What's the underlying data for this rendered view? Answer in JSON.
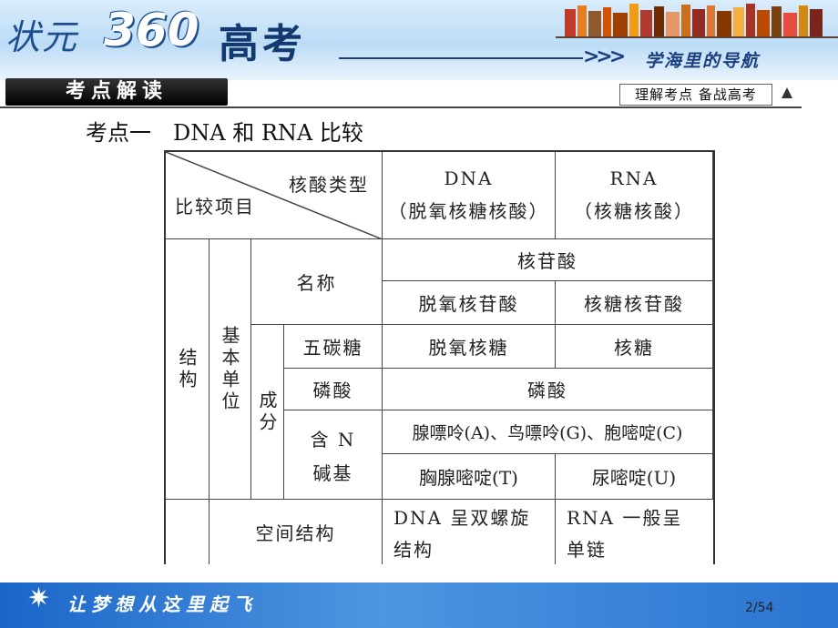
{
  "header": {
    "brand_left": "状元",
    "brand_num": "360",
    "brand_big": "高考",
    "slogan": "学海里的导航",
    "arrows": ">>>"
  },
  "subbar": {
    "section": "考点解读",
    "right_tag": "理解考点 备战高考"
  },
  "point_title": "考点一　DNA 和 RNA 比较",
  "table": {
    "corner_top": "核酸类型",
    "corner_bottom": "比较项目",
    "dna_head": "DNA",
    "dna_sub": "（脱氧核糖核酸）",
    "rna_head": "RNA",
    "rna_sub": "（核糖核酸）",
    "structure": "结构",
    "basic_unit": "基本单位",
    "composition": "成分",
    "name": "名称",
    "name_common": "核苷酸",
    "name_dna": "脱氧核苷酸",
    "name_rna": "核糖核苷酸",
    "pentose": "五碳糖",
    "pentose_dna": "脱氧核糖",
    "pentose_rna": "核糖",
    "phosphate": "磷酸",
    "phosphate_common": "磷酸",
    "base_line1": "含 N",
    "base_line2": "碱基",
    "base_common": "腺嘌呤(A)、鸟嘌呤(G)、胞嘧啶(C)",
    "base_dna": "胸腺嘧啶(T)",
    "base_rna": "尿嘧啶(U)",
    "spatial": "空间结构",
    "spatial_dna_1": "DNA 呈双螺旋",
    "spatial_dna_2": "结构",
    "spatial_rna_1": "RNA 一般呈",
    "spatial_rna_2": "单链"
  },
  "footer": {
    "slogan": "让梦想从这里起飞",
    "page": "2/54"
  },
  "colors": {
    "footer_blue": "#2a74d2",
    "header_blue": "#bcdcf6",
    "brand_navy": "#1d4f8f"
  }
}
